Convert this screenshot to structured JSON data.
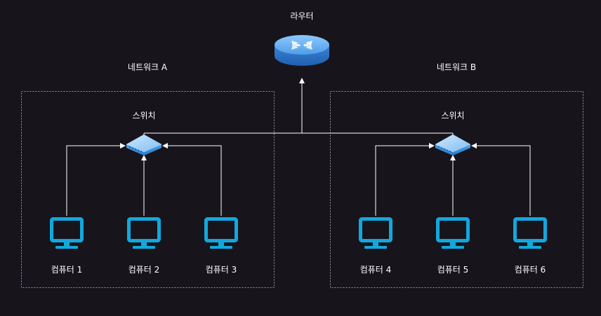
{
  "router": {
    "label": "라우터"
  },
  "networks": [
    {
      "label": "네트워크 A",
      "switch_label": "스위치",
      "computers": [
        "컴퓨터 1",
        "컴퓨터 2",
        "컴퓨터 3"
      ]
    },
    {
      "label": "네트워크 B",
      "switch_label": "스위치",
      "computers": [
        "컴퓨터 4",
        "컴퓨터 5",
        "컴퓨터 6"
      ]
    }
  ],
  "colors": {
    "background": "#17141c",
    "line": "#ffffff",
    "border": "#9a9a9a",
    "computer": "#12a8dc",
    "switch": "#4aa3e8",
    "router": "#3d8ee0"
  },
  "icons": {
    "router": "router-icon",
    "switch": "switch-icon",
    "computer": "monitor-icon"
  }
}
